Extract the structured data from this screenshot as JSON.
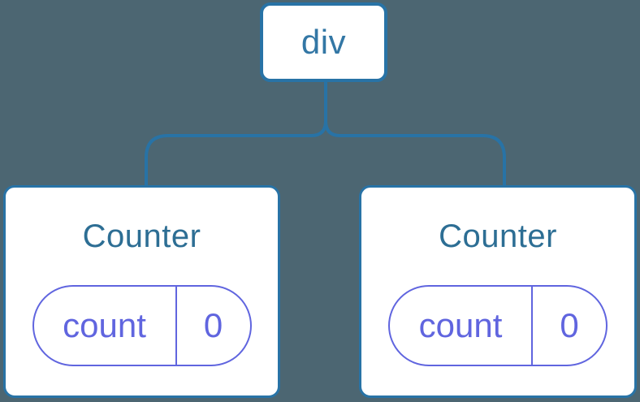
{
  "diagram": {
    "description": "React component tree showing a div root with two Counter children, each holding a count state of 0",
    "colors": {
      "background": "#4C6672",
      "node_border_blue": "#2873A6",
      "root_label_blue": "#3377A5",
      "counter_title_blue": "#2D6E94",
      "state_purple": "#6065DF",
      "node_fill": "#FFFFFF"
    },
    "root": {
      "label": "div"
    },
    "children": [
      {
        "title": "Counter",
        "state": {
          "key": "count",
          "value": "0"
        }
      },
      {
        "title": "Counter",
        "state": {
          "key": "count",
          "value": "0"
        }
      }
    ]
  }
}
